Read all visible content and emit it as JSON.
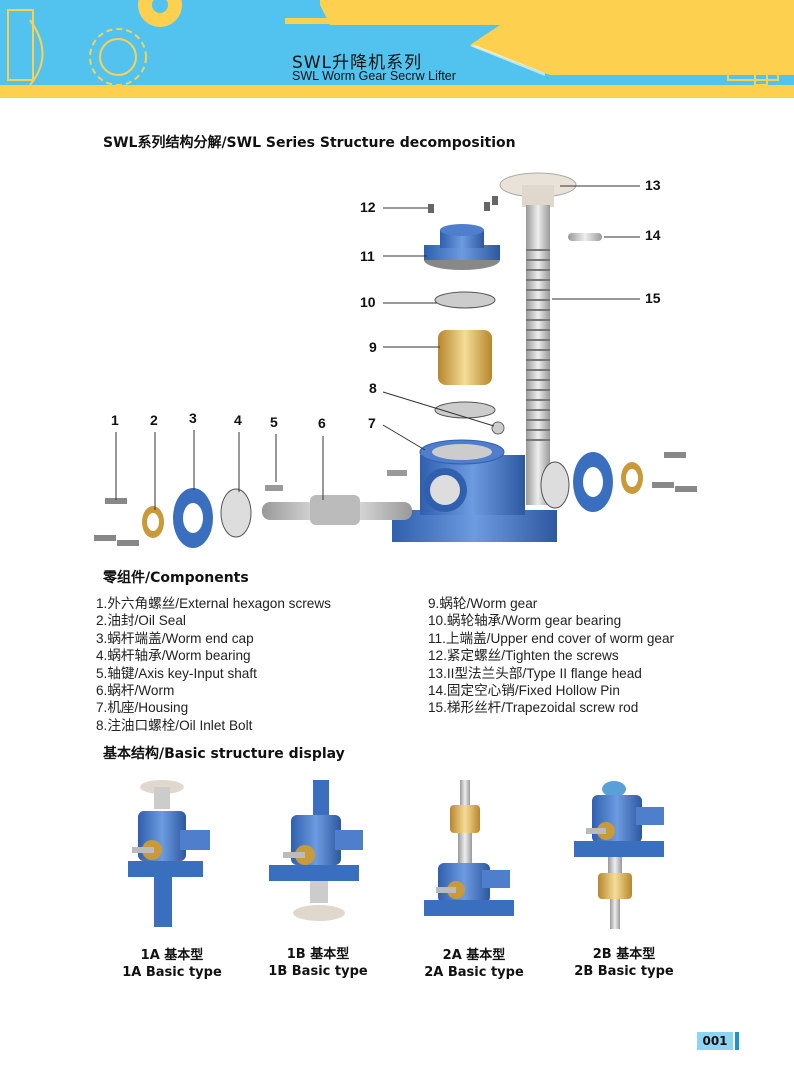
{
  "header": {
    "title": "SWL升降机系列",
    "subtitle": "SWL Worm  Gear Secrw Lifter"
  },
  "colors": {
    "header_blue": "#52c3ef",
    "header_yellow": "#fdd14f",
    "part_blue": "#3a6fbf",
    "accent_blue": "#1f8fd6"
  },
  "structure_title": "SWL系列结构分解/SWL Series Structure decomposition",
  "diagram_labels": [
    "1",
    "2",
    "3",
    "4",
    "5",
    "6",
    "7",
    "8",
    "9",
    "10",
    "11",
    "12",
    "13",
    "14",
    "15"
  ],
  "components": {
    "title": "零组件/Components",
    "left": [
      "1.外六角螺丝/External hexagon screws",
      "2.油封/Oil Seal",
      "3.蜗杆端盖/Worm end cap",
      "4.蜗杆轴承/Worm bearing",
      "5.轴键/Axis key-Input shaft",
      "6.蜗杆/Worm",
      "7.机座/Housing",
      "8.注油口螺栓/Oil Inlet Bolt"
    ],
    "right": [
      "9.蜗轮/Worm gear",
      "10.蜗轮轴承/Worm gear bearing",
      "11.上端盖/Upper end cover of worm gear",
      "12.紧定螺丝/Tighten the screws",
      "13.II型法兰头部/Type II flange head",
      "14.固定空心销/Fixed Hollow Pin",
      "15.梯形丝杆/Trapezoidal screw rod"
    ]
  },
  "basic": {
    "title": "基本结构/Basic structure display",
    "types": [
      {
        "cn": "1A 基本型",
        "en": "1A Basic type"
      },
      {
        "cn": "1B 基本型",
        "en": "1B Basic type"
      },
      {
        "cn": "2A 基本型",
        "en": "2A Basic type"
      },
      {
        "cn": "2B 基本型",
        "en": "2B Basic type"
      }
    ]
  },
  "page_number": "001"
}
